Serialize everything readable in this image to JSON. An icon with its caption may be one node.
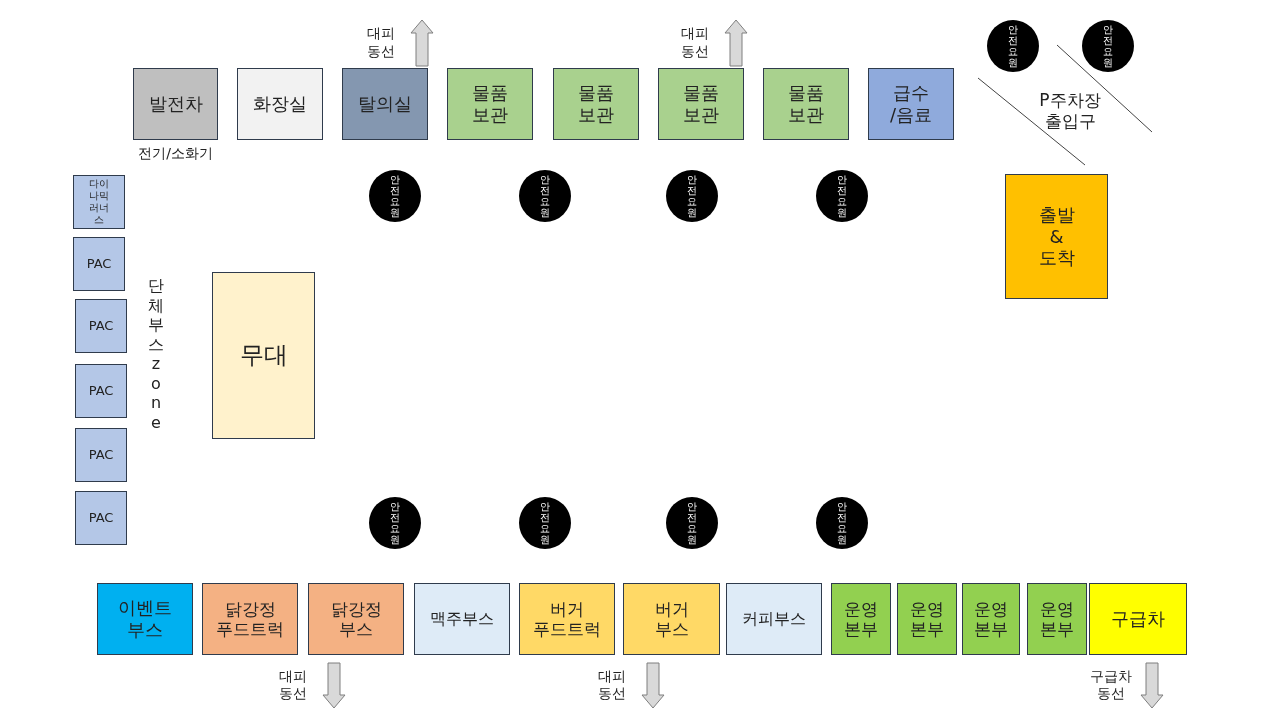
{
  "diagram": {
    "nodes": [
      {
        "text": [
          "발전차"
        ],
        "beside": [
          "전기/소화기"
        ]
      },
      {
        "text": [
          "화장실"
        ]
      },
      {
        "text": [
          "탈의실"
        ]
      },
      {
        "text": [
          "물품 보관"
        ]
      },
      {
        "text": [
          "물품 보관"
        ]
      },
      {
        "text": [
          "물품 보관"
        ]
      },
      {
        "text": [
          "물품 보관"
        ]
      },
      {
        "text": [
          "급수 /음료"
        ]
      },
      {
        "text": [
          "안전요원"
        ]
      },
      {
        "text": [
          "안전요원"
        ]
      },
      {
        "text": [
          "다이나믹러너스"
        ]
      },
      {
        "text": [
          "안전요원"
        ]
      },
      {
        "text": [
          "안전요원"
        ]
      },
      {
        "text": [
          "안전요원"
        ]
      },
      {
        "text": [
          "안전요원"
        ]
      },
      {
        "text": [
          "출발 & 도착"
        ]
      },
      {
        "text": [
          "PAC"
        ]
      },
      {
        "text": [
          "PAC"
        ]
      },
      {
        "text": [
          "PAC"
        ]
      },
      {
        "text": [
          "PAC"
        ]
      },
      {
        "text": [
          "PAC"
        ]
      },
      {
        "text": [
          "무대"
        ]
      },
      {
        "text": [
          "안전요원"
        ]
      },
      {
        "text": [
          "안전요원"
        ]
      },
      {
        "text": [
          "안전요원"
        ]
      },
      {
        "text": [
          "안전요원"
        ]
      },
      {
        "text": [
          "이벤트 부스"
        ]
      },
      {
        "text": [
          "닭강정 푸드트럭"
        ]
      },
      {
        "text": [
          "닭강정 부스"
        ]
      },
      {
        "text": [
          "맥주부스"
        ]
      },
      {
        "text": [
          "버거 푸드트럭"
        ]
      },
      {
        "text": [
          "버거 부스"
        ]
      },
      {
        "text": [
          "커피부스"
        ]
      },
      {
        "text": [
          "운영 본부"
        ]
      },
      {
        "text": [
          "운영 본부"
        ]
      },
      {
        "text": [
          "운영 본부"
        ]
      },
      {
        "text": [
          "운영 본부"
        ]
      },
      {
        "text": [
          "구급차"
        ]
      }
    ],
    "edges": [
      {
        "from": 2,
        "to": null,
        "arrow": "to",
        "label": "대피 동선"
      },
      {
        "from": 5,
        "to": null,
        "arrow": "to",
        "label": "대피 동선"
      },
      {
        "from": 28,
        "to": null,
        "arrow": "to",
        "label": "대피 동선"
      },
      {
        "from": 31,
        "to": null,
        "arrow": "to",
        "label": "대피 동선"
      },
      {
        "from": 37,
        "to": null,
        "arrow": "to",
        "label": "구급차 동선"
      }
    ],
    "labels": [
      "P주차장 출입구",
      "단체부스zone"
    ]
  }
}
